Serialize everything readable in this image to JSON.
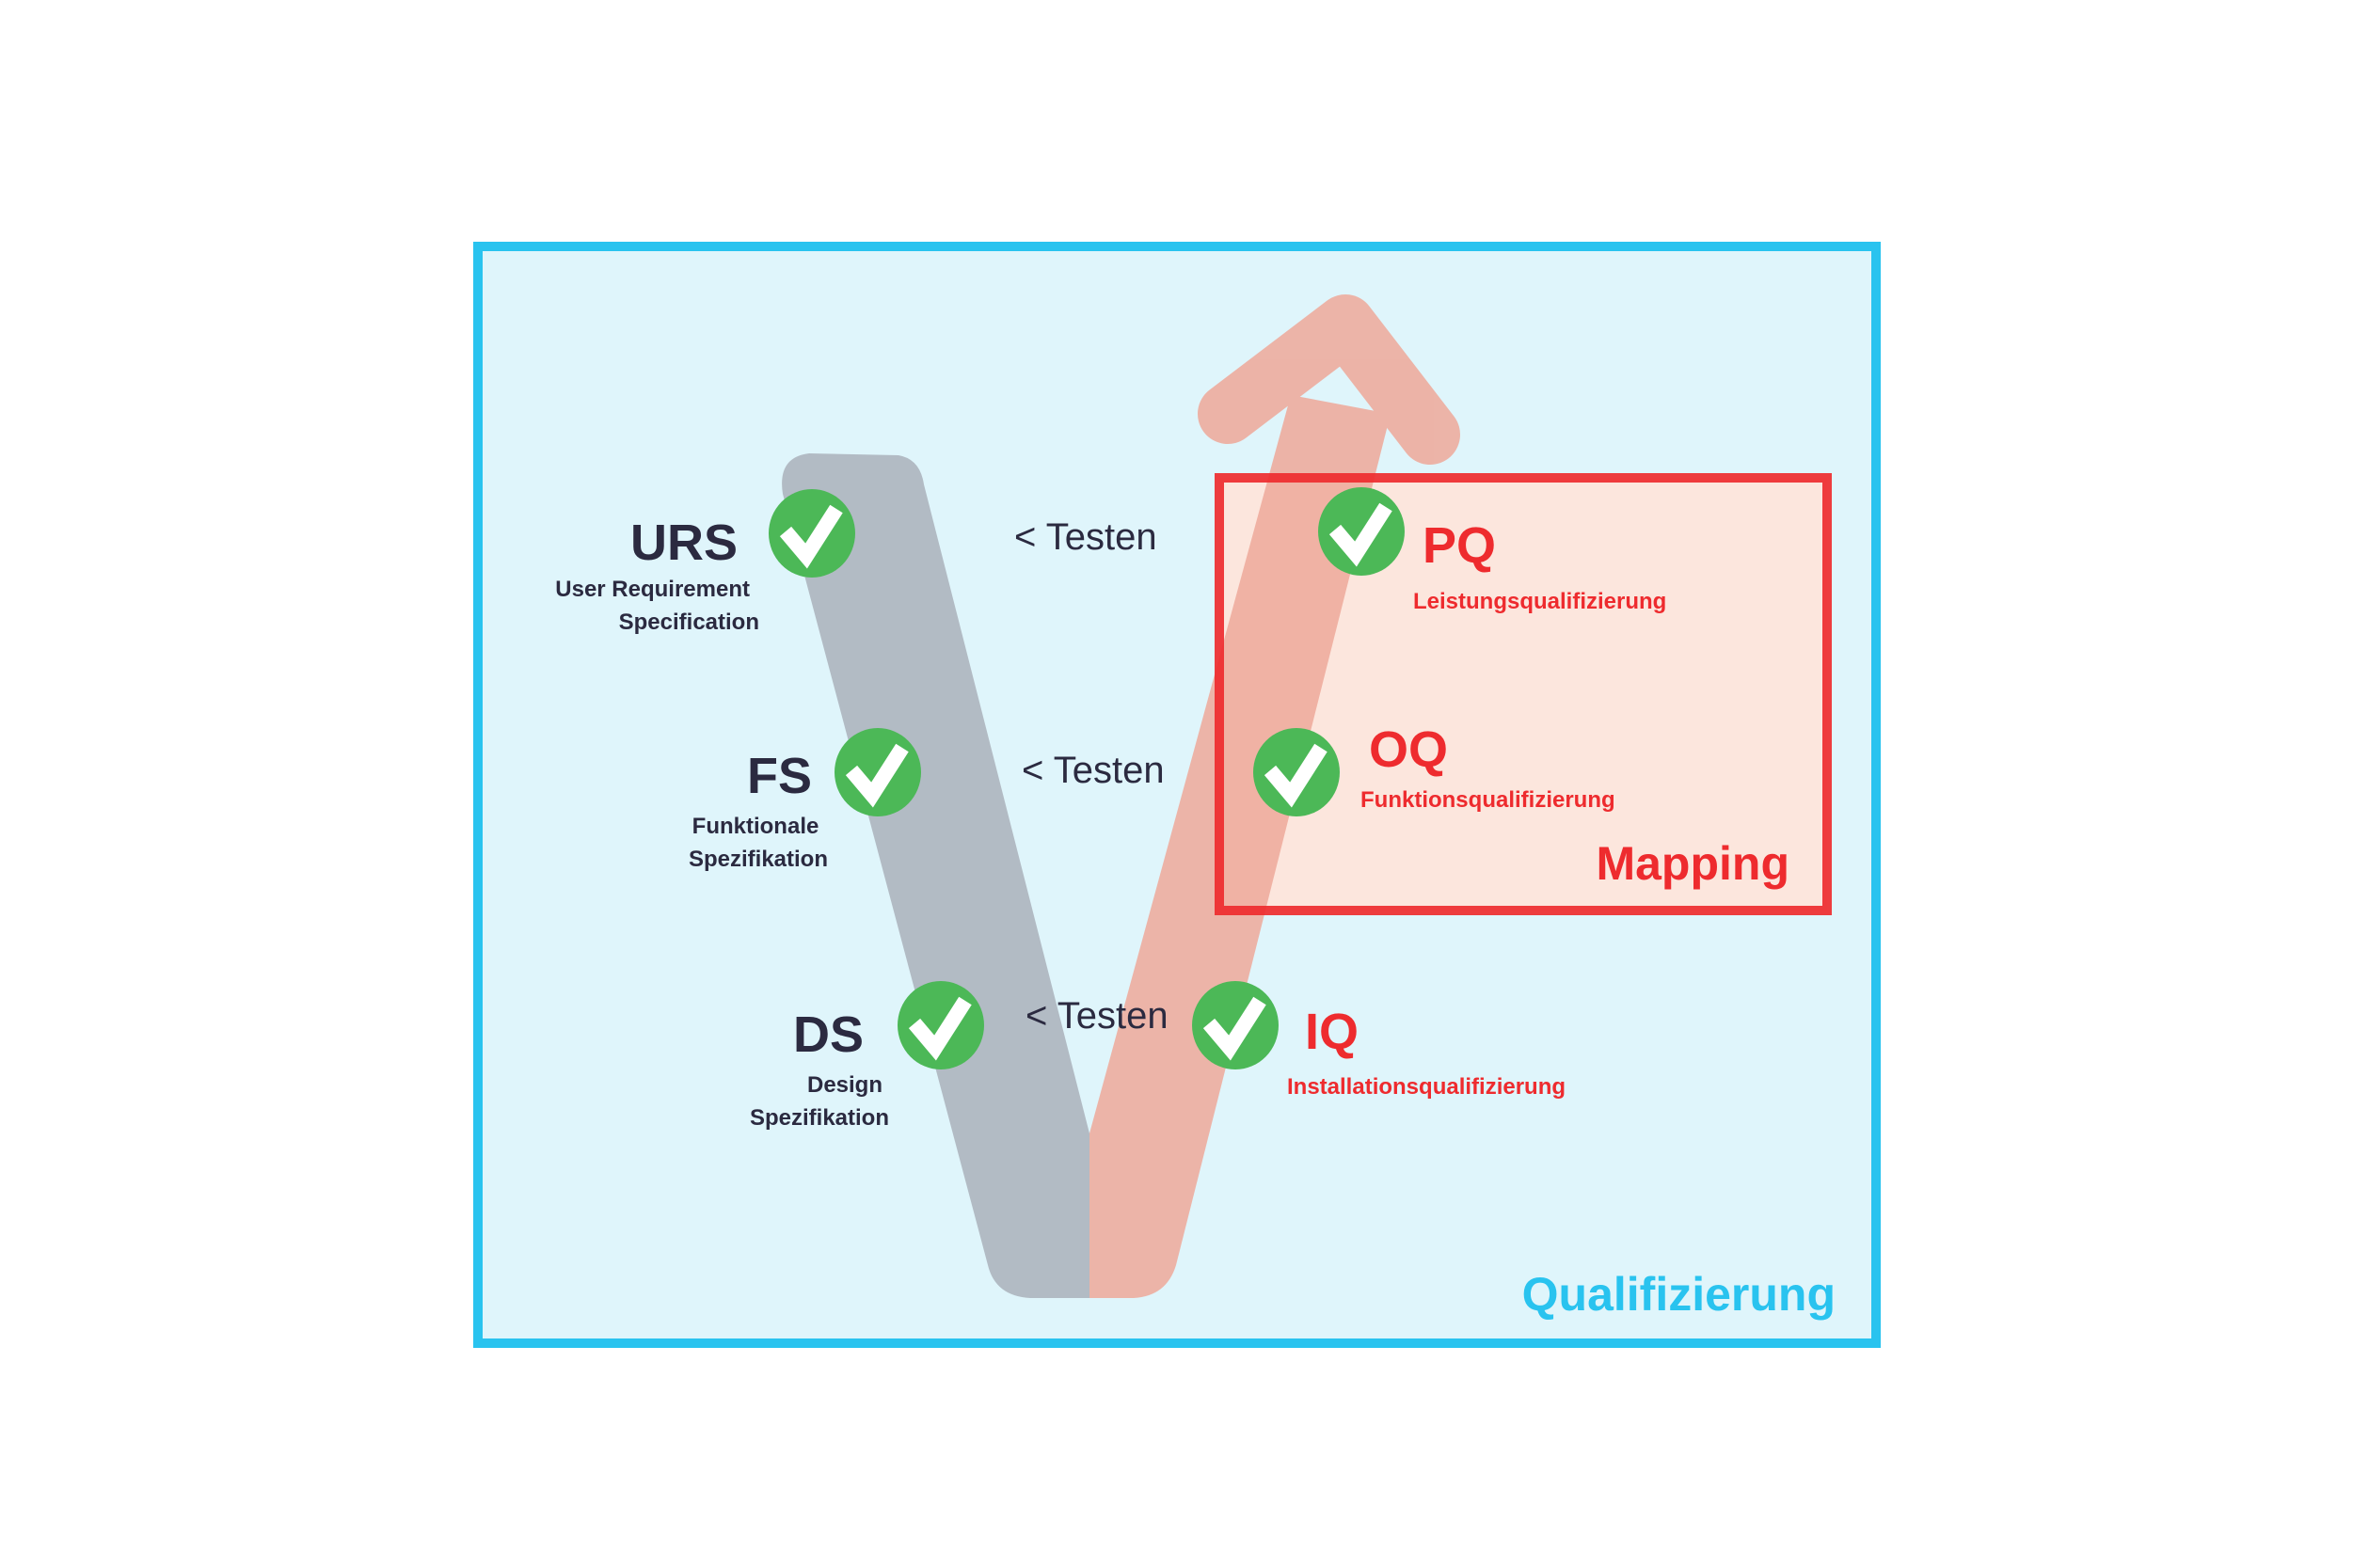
{
  "colors": {
    "frame": "#29c3ef",
    "frame_fill": "#dff5fb",
    "left_leg": "#b2bbc4",
    "right_arrow": "#eeab9c",
    "mapping_border": "#ee2b2e",
    "mapping_fill": "#fce6dd",
    "check": "#4cb857",
    "text_dark": "#2b2a40"
  },
  "frame_label": "Qualifizierung",
  "mapping_label": "Mapping",
  "specs": [
    {
      "code": "URS",
      "line1": "User Requirement",
      "line2": "Specification",
      "icon": "check-circle-icon"
    },
    {
      "code": "FS",
      "line1": "Funktionale",
      "line2": "Spezifikation",
      "icon": "check-circle-icon"
    },
    {
      "code": "DS",
      "line1": "Design",
      "line2": "Spezifikation",
      "icon": "check-circle-icon"
    }
  ],
  "tests": [
    "< Testen",
    "< Testen",
    "< Testen"
  ],
  "qualifications": [
    {
      "code": "PQ",
      "name": "Leistungsqualifizierung",
      "icon": "check-circle-icon"
    },
    {
      "code": "OQ",
      "name": "Funktionsqualifizierung",
      "icon": "check-circle-icon"
    },
    {
      "code": "IQ",
      "name": "Installationsqualifizierung",
      "icon": "check-circle-icon"
    }
  ]
}
